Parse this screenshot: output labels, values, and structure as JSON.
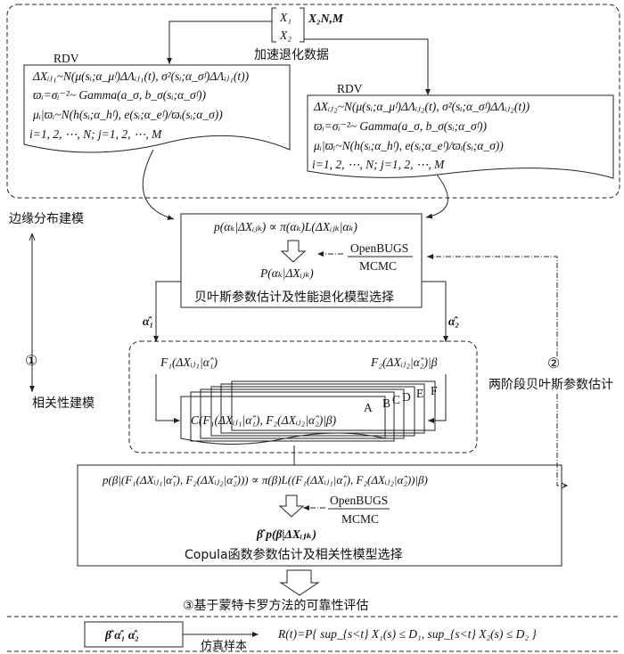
{
  "top": {
    "matrix_x1": "X₁",
    "matrix_x2": "X₂",
    "matrix_label": "X₂N,M",
    "data_label": "加速退化数据",
    "left_rdv": {
      "label": "RDV",
      "lines": [
        "ΔXᵢⱼ₁~N(μ(sᵢ;α_μᶠ)ΔΛᵢⱼ₁(t), σ²(sᵢ;α_σᶠ)ΔΛᵢⱼ₁(t))",
        "ϖᵢ=σᵢ⁻²~ Gamma(a_σ, b_σ(sᵢ;α_σᶠ))",
        "μᵢ|ϖᵢ~N(h(sᵢ;α_hᶠ), e(sᵢ;α_eᶠ)/ϖᵢ(sᵢ;α_σ))",
        "i=1, 2, ⋯, N; j=1, 2, ⋯, M"
      ]
    },
    "right_rdv": {
      "label": "RDV",
      "lines": [
        "ΔXᵢⱼ₂~N(μ(sᵢ;α_μᶠ)ΔΛᵢⱼ₂(t), σ²(sᵢ;α_σᶠ)ΔΛᵢⱼ₂(t))",
        "ϖᵢ=σᵢ⁻²~ Gamma(a_σ, b_σ(sᵢ;α_σᶠ))",
        "μᵢ|ϖᵢ~N(h(sᵢ;α_hᶠ), e(sᵢ;α_eᶠ)/ϖᵢ(sᵢ;α_σ))",
        "i=1, 2, ⋯, N; j=1, 2, ⋯, M"
      ]
    }
  },
  "side": {
    "marginal": "边缘分布建模",
    "step1": "①",
    "correlation": "相关性建模",
    "step2": "②",
    "two_stage": "两阶段贝叶斯参数估计"
  },
  "bayes_box": {
    "formula": "p(αₖ|ΔXᵢⱼₖ) ∝ π(αₖ)L(ΔXᵢⱼₖ|αₖ)",
    "tool_top": "OpenBUGS",
    "tool_bottom": "MCMC",
    "posterior": "P(αₖ|ΔXᵢⱼₖ)",
    "caption": "贝叶斯参数估计及性能退化模型选择",
    "alpha1": "α̂₁",
    "alpha2": "α̂₂"
  },
  "copula_group": {
    "f1": "F₁(ΔXᵢⱼ₁|α̂₁)",
    "f2": "F₂(ΔXᵢⱼ₂|α̂₂)|β",
    "copula": "C(F₁(ΔXᵢⱼ₁|α̂₁), F₂(ΔXᵢⱼ₂|α̂₂)|β)",
    "pages": [
      "A",
      "B",
      "C",
      "D",
      "E",
      "F"
    ]
  },
  "copula_box": {
    "formula": "p(β|(F₁(ΔXᵢⱼ₁|α̂₁), F₂(ΔXᵢⱼ₂|α̂₂))) ∝ π(β)L((F₁(ΔXᵢⱼ₁|α̂₁), F₂(ΔXᵢⱼ₂|α̂₂))|β)",
    "tool_top": "OpenBUGS",
    "tool_bottom": "MCMC",
    "result": "β̂    p(β|ΔXᵢⱼₖ)",
    "caption": "Copula函数参数估计及相关性模型选择"
  },
  "reliability": {
    "title": "③基于蒙特卡罗方法的可靠性评估",
    "params": "β̂     α̂₁   α̂₂",
    "sample_label": "仿真样本",
    "formula": "R(t)=P{ sup_{s<t} X₁(s) ≤ D₁, sup_{s<t} X₂(s) ≤ D₂ }"
  }
}
